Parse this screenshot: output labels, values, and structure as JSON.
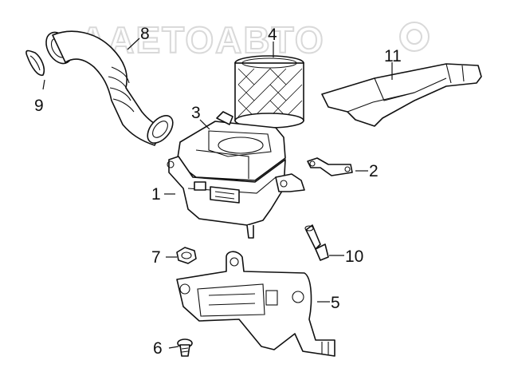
{
  "watermark": {
    "text": "AAETOABTO"
  },
  "callouts": [
    {
      "id": "1",
      "text": "1"
    },
    {
      "id": "2",
      "text": "2"
    },
    {
      "id": "3",
      "text": "3"
    },
    {
      "id": "4",
      "text": "4"
    },
    {
      "id": "5",
      "text": "5"
    },
    {
      "id": "6",
      "text": "6"
    },
    {
      "id": "7",
      "text": "7"
    },
    {
      "id": "8",
      "text": "8"
    },
    {
      "id": "9",
      "text": "9"
    },
    {
      "id": "10",
      "text": "10"
    },
    {
      "id": "11",
      "text": "11"
    }
  ]
}
